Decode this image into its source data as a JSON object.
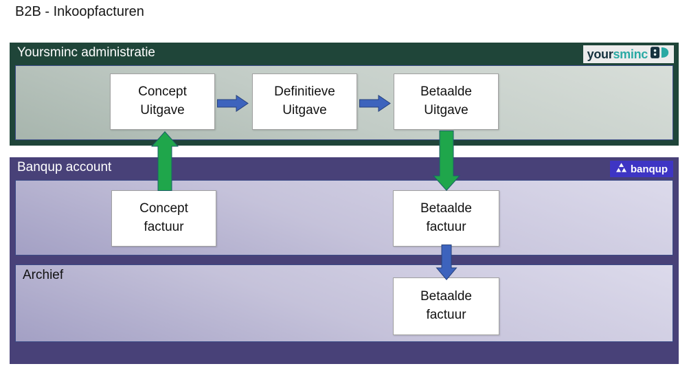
{
  "page": {
    "title": "B2B - Inkoopfacturen"
  },
  "colors": {
    "yoursminc_container": "#1f4539",
    "yoursminc_panel_light": "#d8ded9",
    "yoursminc_panel_dark": "#a7b5ad",
    "banqup_container": "#484178",
    "banqup_panel_light": "#dcdaeb",
    "banqup_panel_dark": "#a3a0c4",
    "banqup_logo_bg": "#3e35c4",
    "yoursminc_logo_bg": "#ececec",
    "yoursminc_logo_dark": "#16323e",
    "yoursminc_logo_teal": "#2aa9a4",
    "arrow_blue_fill": "#3d63bd",
    "arrow_blue_stroke": "#27427c",
    "arrow_green_fill": "#1fa64b",
    "arrow_green_stroke": "#1b5e68",
    "box_bg": "#ffffff",
    "box_border": "#a0a0a0",
    "panel_border": "#3a4a86"
  },
  "yoursminc_section": {
    "header": "Yoursminc administratie",
    "logo": {
      "part1": "your",
      "part2": "sminc",
      "icon": "yoursminc-logo-icon"
    },
    "boxes": [
      {
        "label": "Concept\nUitgave"
      },
      {
        "label": "Definitieve\nUitgave"
      },
      {
        "label": "Betaalde\nUitgave"
      }
    ]
  },
  "banqup_section": {
    "header": "Banqup account",
    "logo": {
      "text": "banqup",
      "icon": "banqup-triangles-icon"
    },
    "boxes": [
      {
        "label": "Concept\nfactuur"
      },
      {
        "label": "Betaalde\nfactuur"
      }
    ],
    "archief": {
      "header": "Archief",
      "boxes": [
        {
          "label": "Betaalde\nfactuur"
        }
      ]
    }
  },
  "arrows": [
    {
      "name": "arrow-right-concept-to-definitief",
      "direction": "right",
      "color": "blue"
    },
    {
      "name": "arrow-right-definitief-to-betaald",
      "direction": "right",
      "color": "blue"
    },
    {
      "name": "arrow-up-conceptfactuur-to-conceptuitgave",
      "direction": "up",
      "color": "green"
    },
    {
      "name": "arrow-down-betaaldeuitgave-to-betaaldefactuur",
      "direction": "down",
      "color": "green"
    },
    {
      "name": "arrow-down-betaaldefactuur-to-archief",
      "direction": "down",
      "color": "blue"
    }
  ]
}
